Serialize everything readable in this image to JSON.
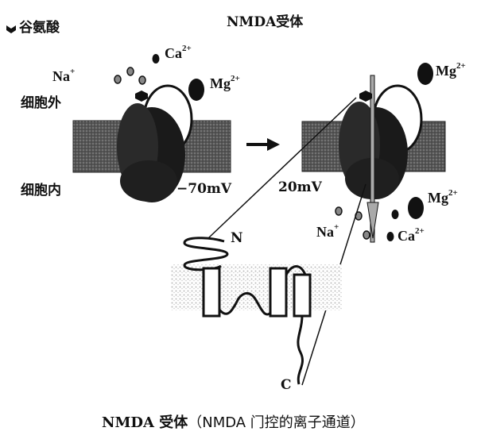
{
  "legend": {
    "glutamate_label": "谷氨酸"
  },
  "title": "NMDA受体",
  "labels": {
    "extracellular": "细胞外",
    "intracellular": "细胞内",
    "voltage_rest": "−70mV",
    "voltage_active": "20mV",
    "n_terminus": "N",
    "c_terminus": "C"
  },
  "ions": {
    "na": {
      "symbol": "Na",
      "charge": "+"
    },
    "ca": {
      "symbol": "Ca",
      "charge": "2+"
    },
    "mg": {
      "symbol": "Mg",
      "charge": "2+"
    }
  },
  "caption": {
    "main": "NMDA 受体",
    "sub": "（NMDA 门控的离子通道）"
  }
}
